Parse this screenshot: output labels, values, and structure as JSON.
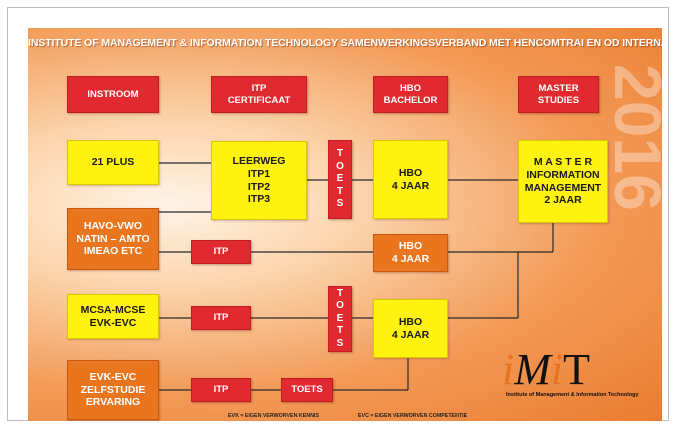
{
  "title": "INSTITUTE OF MANAGEMENT & INFORMATION TECHNOLOGY  SAMENWERKINGSVERBAND MET HENCOMTRAI EN OD INTERNATIONAL BUSINESS SCHOOL",
  "year": "2016",
  "headers": {
    "instroom": "INSTROOM",
    "itp_certificaat": "ITP\nCERTIFICAAT",
    "hbo_bachelor": "HBO\nBACHELOR",
    "master_studies": "MASTER\nSTUDIES"
  },
  "boxes": {
    "plus21": "21 PLUS",
    "havo": "HAVO-VWO\nNATIN – AMTO\nIMEAO ETC",
    "mcsa": "MCSA-MCSE\nEVK-EVC",
    "evk": "EVK-EVC\nZELFSTUDIE\nERVARING",
    "leerweg": "LEERWEG\nITP1\nITP2\nITP3",
    "itp_row2": "ITP",
    "itp_row3": "ITP",
    "itp_row4": "ITP",
    "toets_vertical_1": [
      "T",
      "O",
      "E",
      "T",
      "S"
    ],
    "toets_vertical_2": [
      "T",
      "O",
      "E",
      "T",
      "S"
    ],
    "toets_row4": "TOETS",
    "hbo_top": "HBO\n4 JAAR",
    "hbo_mid": "HBO\n4 JAAR",
    "hbo_bottom": "HBO\n4 JAAR",
    "master": "M A S T E R\nINFORMATION\nMANAGEMENT\n2 JAAR"
  },
  "logo": {
    "text_i": "i",
    "text_M": "M",
    "text_i2": "i",
    "text_T": "T",
    "subtitle": "Institute of Management & Information Technology"
  },
  "footnotes": {
    "evk": "EVK  = EIGEN VERWORVEN KENNIS",
    "evc": "EVC  = EIGEN VERWORVEN COMPETENTIE"
  },
  "colors": {
    "red": "#e02a2f",
    "yellow": "#fff20f",
    "orange": "#e9751f",
    "background": "#f39a57"
  }
}
